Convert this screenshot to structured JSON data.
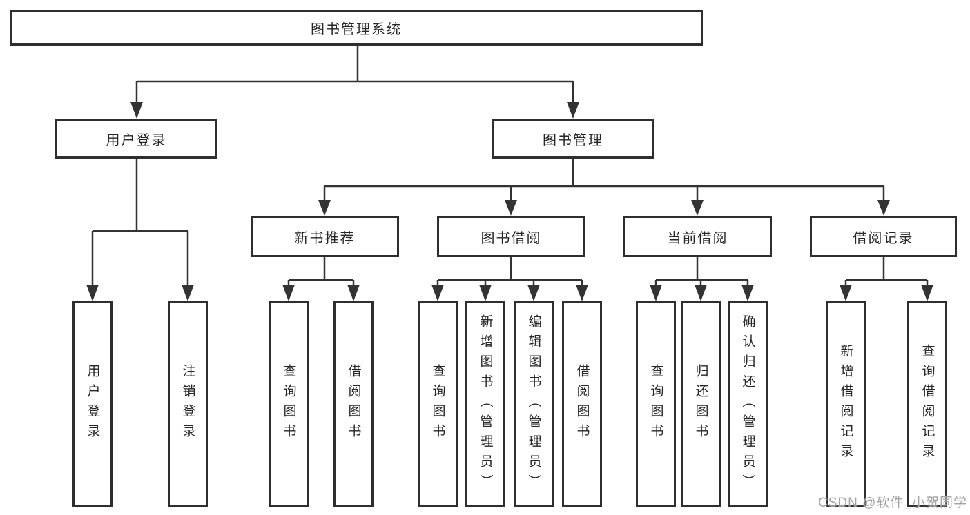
{
  "diagram": {
    "type": "tree-diagram",
    "root": {
      "label": "图书管理系统",
      "children": [
        {
          "label": "用户登录",
          "children": [
            {
              "label": "用户登录"
            },
            {
              "label": "注销登录"
            }
          ]
        },
        {
          "label": "图书管理",
          "children": [
            {
              "label": "新书推荐",
              "children": [
                {
                  "label": "查询图书"
                },
                {
                  "label": "借阅图书"
                }
              ]
            },
            {
              "label": "图书借阅",
              "children": [
                {
                  "label": "查询图书"
                },
                {
                  "label": "新增图书（管理员）"
                },
                {
                  "label": "编辑图书（管理员）"
                },
                {
                  "label": "借阅图书"
                }
              ]
            },
            {
              "label": "当前借阅",
              "children": [
                {
                  "label": "查询图书"
                },
                {
                  "label": "归还图书"
                },
                {
                  "label": "确认归还（管理员）"
                }
              ]
            },
            {
              "label": "借阅记录",
              "children": [
                {
                  "label": "新增借阅记录"
                },
                {
                  "label": "查询借阅记录"
                }
              ]
            }
          ]
        }
      ]
    },
    "colors": {
      "line": "#333333",
      "box_border": "#2e2e2e",
      "text": "#262626",
      "watermark": "#a2a2a8",
      "background": "#ffffff"
    }
  },
  "watermark": {
    "text": "CSDN @软件_小贺同学"
  }
}
